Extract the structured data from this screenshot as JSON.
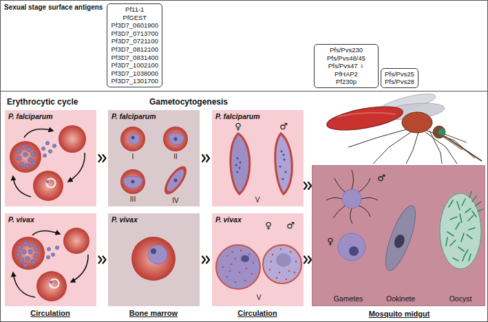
{
  "diagram": {
    "nodes": [
      {
        "text": [
          "Pf11-1",
          "PfGEST",
          "Pf3D7_0601900",
          "Pf3D7_0713700",
          "Pf3D7_0721100",
          "Pf3D7_0812100",
          "Pf3D7_0831400",
          "Pf3D7_1002100",
          "Pf3D7_1038000",
          "Pf3D7_1301700"
        ]
      },
      {
        "text": [
          "Pfs/Pvs230",
          "Pfs/Pvs48/45",
          "Pfs/Pvs47 ♀",
          "PfHAP2",
          "Pf230p"
        ]
      },
      {
        "text": [
          "Pfs/Pvs25",
          "Pfs/Pvs28"
        ]
      },
      {
        "text": [
          "P. falciparum"
        ]
      },
      {
        "text": [
          "P. falciparum",
          "I",
          "II",
          "III",
          "IV"
        ]
      },
      {
        "text": [
          "P. falciparum",
          "♀",
          "♂",
          "V"
        ]
      },
      {
        "text": [
          "P. vivax"
        ]
      },
      {
        "text": [
          "P. vivax"
        ]
      },
      {
        "text": [
          "P. vivax",
          "♀",
          "♂",
          "V"
        ]
      },
      {
        "text": [
          "♂",
          "♀",
          "Gametes",
          "Ookinete",
          "Oocyst",
          "Mosquito midgut"
        ]
      }
    ],
    "edges": [
      {
        "from": 3,
        "to": 4,
        "arrow": "to"
      },
      {
        "from": 4,
        "to": 5,
        "arrow": "to"
      },
      {
        "from": 5,
        "to": 9,
        "arrow": "to"
      },
      {
        "from": 6,
        "to": 7,
        "arrow": "to"
      },
      {
        "from": 7,
        "to": 8,
        "arrow": "to"
      },
      {
        "from": 8,
        "to": 9,
        "arrow": "to"
      }
    ],
    "labels": [
      "Sexual stage surface antigens",
      "Erythrocytic cycle",
      "Gametocytogenesis",
      "Circulation",
      "Bone marrow",
      "Circulation"
    ]
  }
}
